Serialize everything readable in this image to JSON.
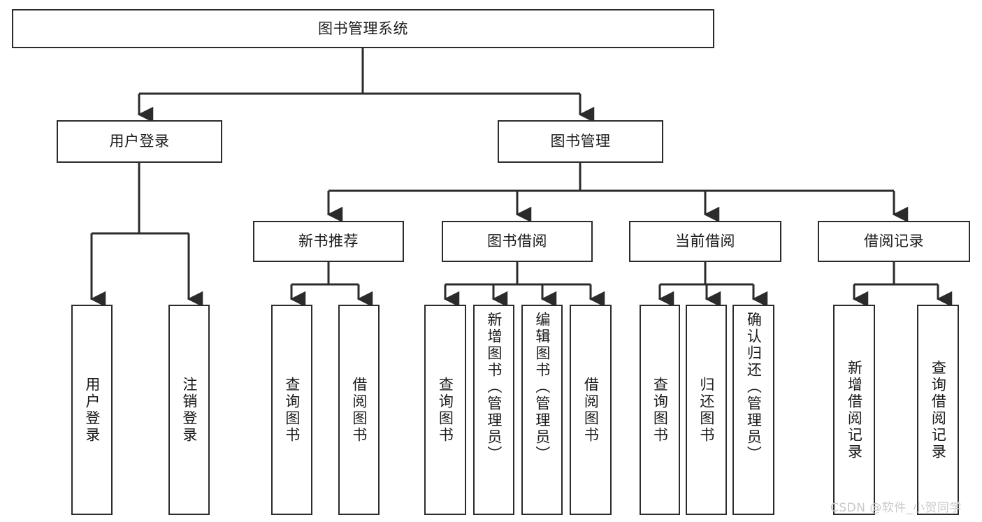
{
  "diagram": {
    "type": "hierarchy-tree",
    "title": "图书管理系统",
    "orientation": "top-down",
    "colors": {
      "background": "#ffffff",
      "box_border": "#2b2b2b",
      "box_fill": "#ffffff",
      "connector": "#2b2b2b",
      "watermark": "#c9c9c9"
    },
    "root": {
      "label": "图书管理系统"
    },
    "level2": [
      {
        "label": "用户登录"
      },
      {
        "label": "图书管理"
      }
    ],
    "level3": [
      {
        "label": "新书推荐"
      },
      {
        "label": "图书借阅"
      },
      {
        "label": "当前借阅"
      },
      {
        "label": "借阅记录"
      }
    ],
    "leaves": {
      "user_login": [
        {
          "label": "用户登录"
        },
        {
          "label": "注销登录"
        }
      ],
      "new_book_recommend": [
        {
          "label": "查询图书"
        },
        {
          "label": "借阅图书"
        }
      ],
      "book_borrow": [
        {
          "label": "查询图书"
        },
        {
          "label": "新增图书（管理员）"
        },
        {
          "label": "编辑图书（管理员）"
        },
        {
          "label": "借阅图书"
        }
      ],
      "current_borrow": [
        {
          "label": "查询图书"
        },
        {
          "label": "归还图书"
        },
        {
          "label": "确认归还（管理员）"
        }
      ],
      "borrow_record": [
        {
          "label": "新增借阅记录"
        },
        {
          "label": "查询借阅记录"
        }
      ]
    },
    "watermark": "CSDN @软件_小贺同学"
  }
}
